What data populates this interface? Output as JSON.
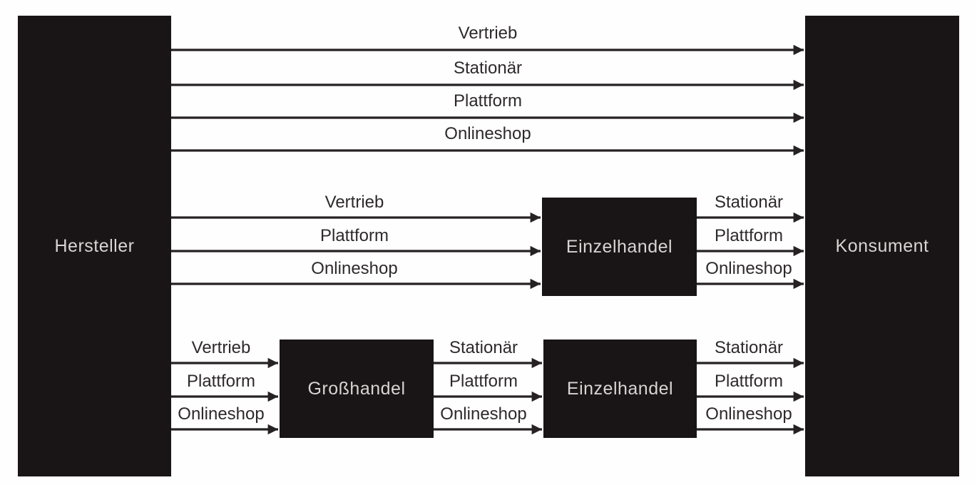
{
  "nodes": {
    "hersteller": "Hersteller",
    "grosshandel": "Großhandel",
    "einzelhandel_mid": "Einzelhandel",
    "einzelhandel_bottom": "Einzelhandel",
    "konsument": "Konsument"
  },
  "edges": {
    "direct": [
      "Vertrieb",
      "Stationär",
      "Plattform",
      "Onlineshop"
    ],
    "hersteller_einzelhandel": [
      "Vertrieb",
      "Plattform",
      "Onlineshop"
    ],
    "einzelhandel_konsument_mid": [
      "Stationär",
      "Plattform",
      "Onlineshop"
    ],
    "hersteller_grosshandel": [
      "Vertrieb",
      "Plattform",
      "Onlineshop"
    ],
    "grosshandel_einzelhandel": [
      "Stationär",
      "Plattform",
      "Onlineshop"
    ],
    "einzelhandel_konsument_bottom": [
      "Stationär",
      "Plattform",
      "Onlineshop"
    ]
  },
  "colors": {
    "node_bg": "#191516",
    "node_text": "#d9d4d4",
    "arrow": "#262122",
    "label_text": "#2e2a2b",
    "background": "#fefefe"
  }
}
